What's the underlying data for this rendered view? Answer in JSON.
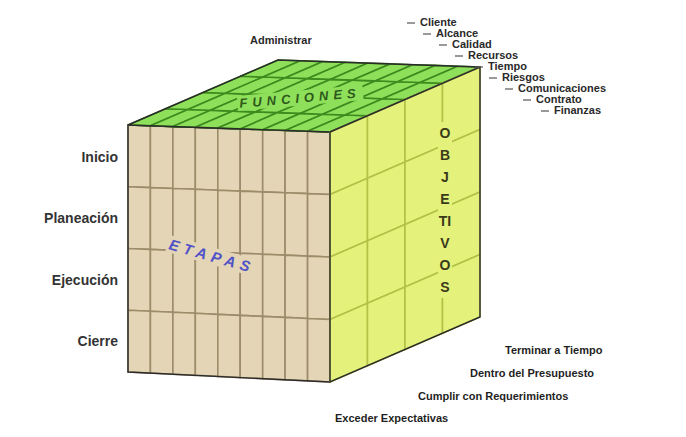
{
  "diagram": {
    "labels": [
      "Administrar",
      "Cliente",
      "Alcance",
      "Calidad",
      "Recursos",
      "Tiempo",
      "Riesgos",
      "Comunicaciones",
      "Contrato",
      "Finanzas",
      "FUNCIONES",
      "Inicio",
      "Planeación",
      "Ejecución",
      "Cierre",
      "ETAPAS",
      "OBJETIVOS",
      "Terminar a Tiempo",
      "Dentro del Presupuesto",
      "Cumplir con Requerimientos",
      "Exceder Expectativas"
    ]
  }
}
